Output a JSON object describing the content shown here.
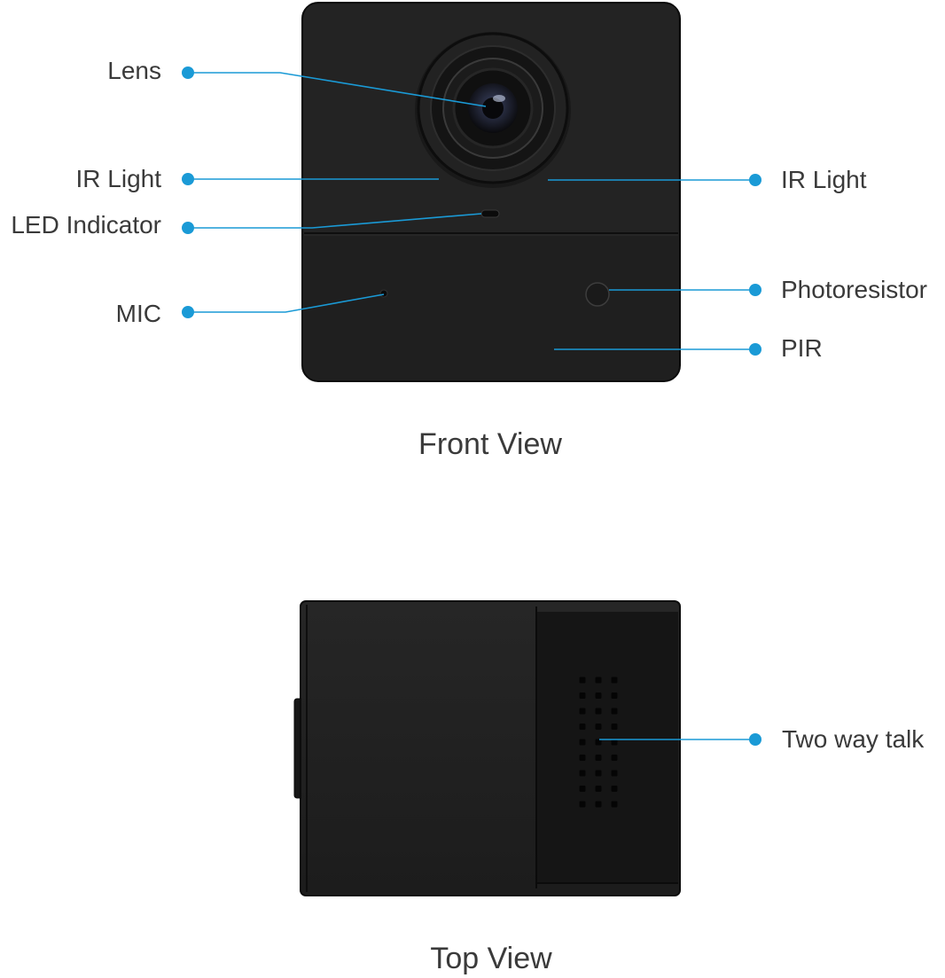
{
  "front_view": {
    "caption": "Front View",
    "callouts": {
      "lens": "Lens",
      "ir_light_left": "IR Light",
      "ir_light_right": "IR Light",
      "led_indicator": "LED Indicator",
      "mic": "MIC",
      "photoresistor": "Photoresistor",
      "pir": "PIR"
    }
  },
  "top_view": {
    "caption": "Top View",
    "callouts": {
      "two_way_talk": "Two way talk"
    }
  },
  "colors": {
    "callout": "#1a9ad6",
    "body": "#1e1e1e",
    "body_dark": "#141414",
    "text": "#3a3a3a"
  }
}
